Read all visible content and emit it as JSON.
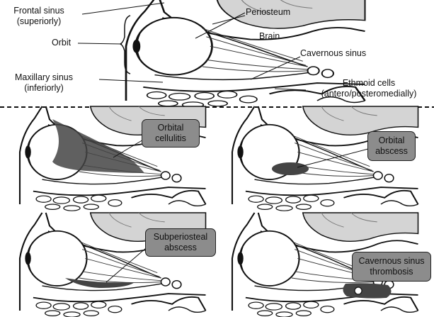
{
  "top_labels": {
    "frontal_sinus": [
      "Frontal sinus",
      "(superiorly)"
    ],
    "orbit": "Orbit",
    "maxillary_sinus": [
      "Maxillary sinus",
      "(inferiorly)"
    ],
    "periosteum": "Periosteum",
    "brain": "Brain",
    "cavernous_sinus": "Cavernous sinus",
    "ethmoid_cells": [
      "Ethmoid cells",
      "(antero/posteromedially)"
    ]
  },
  "panels": [
    {
      "id": "orbital-cellulitis",
      "lines": [
        "Orbital",
        "cellulitis"
      ]
    },
    {
      "id": "orbital-abscess",
      "lines": [
        "Orbital",
        "abscess"
      ]
    },
    {
      "id": "subperiosteal-abscess",
      "lines": [
        "Subperiosteal",
        "abscess"
      ]
    },
    {
      "id": "cavernous-sinus-thrombosis",
      "lines": [
        "Cavernous sinus",
        "thrombosis"
      ]
    }
  ],
  "colors": {
    "bone_fill": "#ffffff",
    "brain_fill": "#d4d4d4",
    "pathology_fill": "#444444",
    "label_box_fill": "#8c8c8c",
    "outline": "#111111"
  }
}
